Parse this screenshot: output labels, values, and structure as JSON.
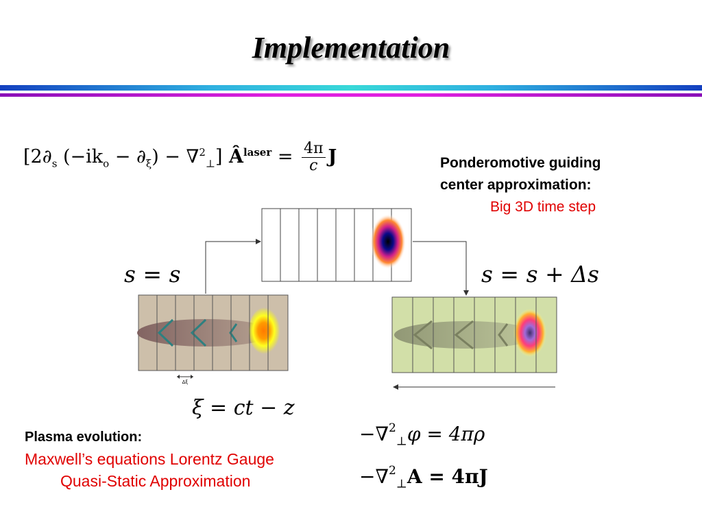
{
  "slide": {
    "title": "Implementation"
  },
  "laser_equation": {
    "lhs_prefix": "[2∂",
    "lhs_sub": "s",
    "lhs_mid": " (−ik",
    "lhs_mid_sub": "o",
    "lhs_mid2": " − ∂",
    "lhs_mid2_sub": "ξ",
    "lhs_end": ") − ∇",
    "lhs_end_sup": "2",
    "lhs_end_sub": "⊥",
    "lhs_close": "]",
    "operator": " Â",
    "operator_sup": "laser",
    "equals": " = ",
    "frac_num": "4π",
    "frac_den": "c",
    "rhs": "J"
  },
  "ponderomotive": {
    "line1": "Ponderomotive guiding",
    "line2": "center approximation:",
    "line3": "Big 3D time step"
  },
  "step_labels": {
    "left": "s = s",
    "right": "s = s + Δs"
  },
  "xi_definition": "ξ = ct − z",
  "delta_xi_label": "Δξ",
  "plasma": {
    "line1": "Plasma evolution:",
    "line2": "Maxwell’s equations Lorentz Gauge",
    "line3": "Quasi-Static Approximation"
  },
  "plasma_equations": {
    "eq1_prefix": "−∇",
    "eq1_sup": "2",
    "eq1_sub": "⊥",
    "eq1_rest": "φ = 4πρ",
    "eq2_prefix": "−∇",
    "eq2_sup": "2",
    "eq2_sub": "⊥",
    "eq2_rest": "A = 4πJ"
  },
  "colors": {
    "text_red": "#e00000",
    "left_panel_bg": "#cdbfaa",
    "right_panel_bg": "#d2dfa8"
  }
}
